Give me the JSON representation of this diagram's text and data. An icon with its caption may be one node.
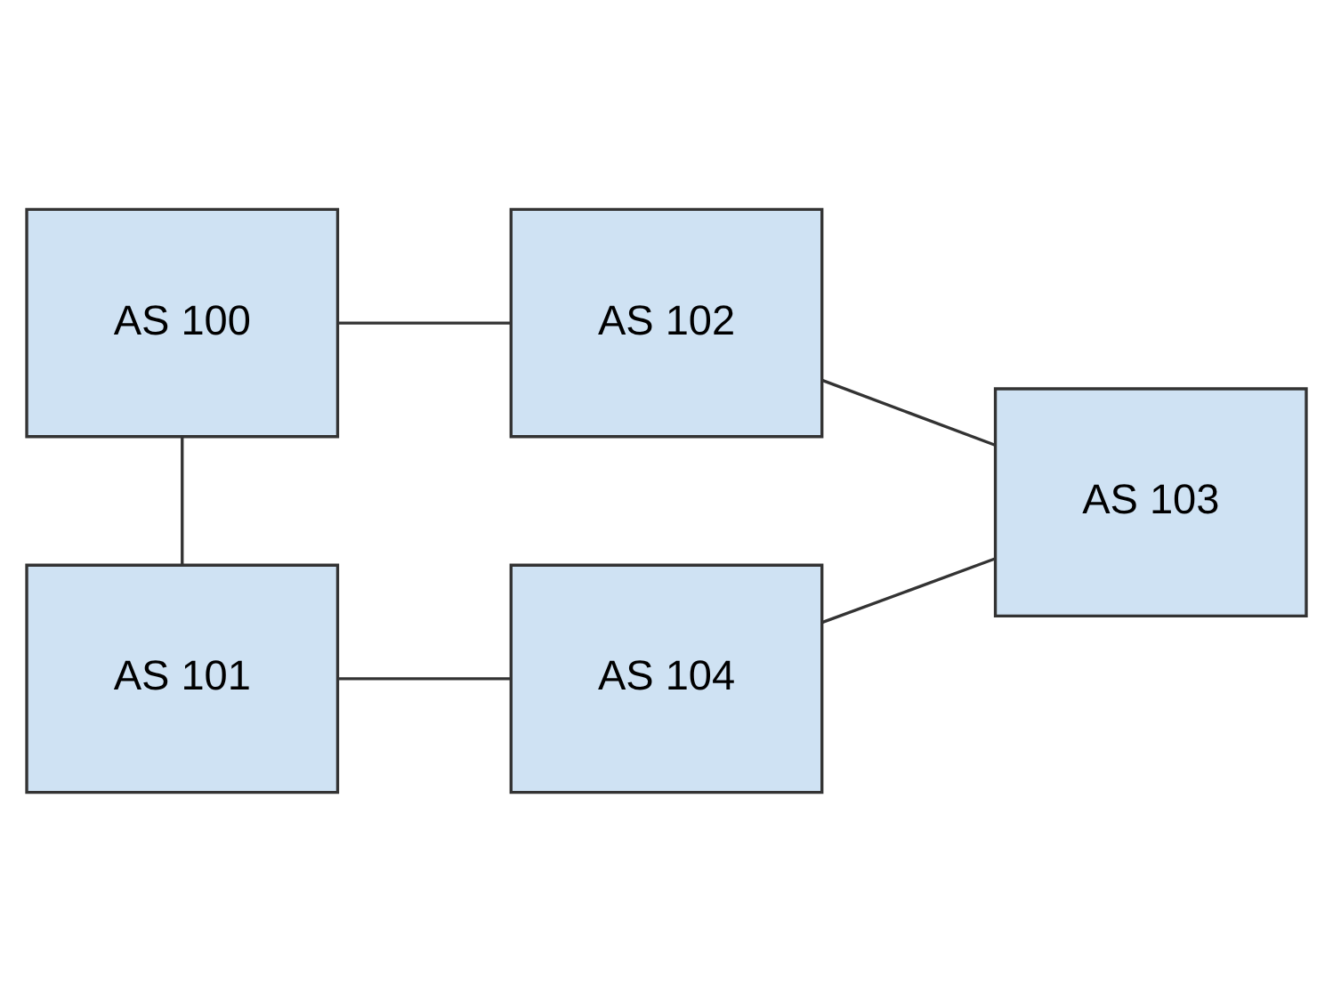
{
  "diagram": {
    "nodes": [
      {
        "text": [
          "AS 100"
        ]
      },
      {
        "text": [
          "AS 102"
        ]
      },
      {
        "text": [
          "AS 103"
        ]
      },
      {
        "text": [
          "AS 101"
        ]
      },
      {
        "text": [
          "AS 104"
        ]
      }
    ],
    "edges": [
      {
        "from": 0,
        "to": 1,
        "arrow": "none"
      },
      {
        "from": 0,
        "to": 3,
        "arrow": "none"
      },
      {
        "from": 1,
        "to": 2,
        "arrow": "none"
      },
      {
        "from": 3,
        "to": 4,
        "arrow": "none"
      },
      {
        "from": 4,
        "to": 2,
        "arrow": "none"
      }
    ]
  }
}
